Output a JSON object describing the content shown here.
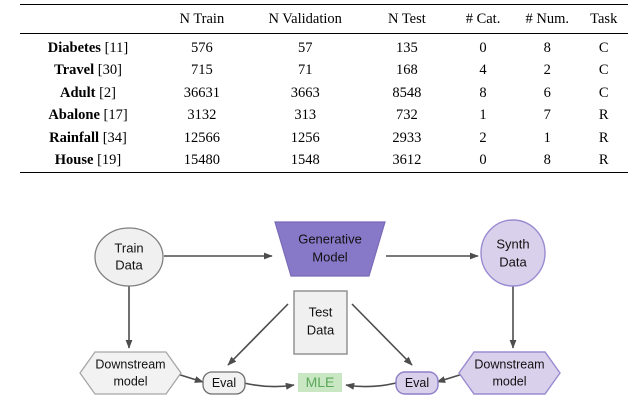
{
  "table": {
    "columns": [
      "",
      "N Train",
      "N Validation",
      "N Test",
      "# Cat.",
      "# Num.",
      "Task"
    ],
    "headers": {
      "name": "",
      "n_train": "N Train",
      "n_validation": "N Validation",
      "n_test": "N Test",
      "n_cat": "# Cat.",
      "n_num": "# Num.",
      "task": "Task"
    },
    "rows": [
      {
        "name": "Diabetes",
        "cite": "[11]",
        "n_train": "576",
        "n_validation": "57",
        "n_test": "135",
        "n_cat": "0",
        "n_num": "8",
        "task": "C"
      },
      {
        "name": "Travel",
        "cite": "[30]",
        "n_train": "715",
        "n_validation": "71",
        "n_test": "168",
        "n_cat": "4",
        "n_num": "2",
        "task": "C"
      },
      {
        "name": "Adult",
        "cite": "[2]",
        "n_train": "36631",
        "n_validation": "3663",
        "n_test": "8548",
        "n_cat": "8",
        "n_num": "6",
        "task": "C"
      },
      {
        "name": "Abalone",
        "cite": "[17]",
        "n_train": "3132",
        "n_validation": "313",
        "n_test": "732",
        "n_cat": "1",
        "n_num": "7",
        "task": "R"
      },
      {
        "name": "Rainfall",
        "cite": "[34]",
        "n_train": "12566",
        "n_validation": "1256",
        "n_test": "2933",
        "n_cat": "2",
        "n_num": "1",
        "task": "R"
      },
      {
        "name": "House",
        "cite": "[19]",
        "n_train": "15480",
        "n_validation": "1548",
        "n_test": "3612",
        "n_cat": "0",
        "n_num": "8",
        "task": "R"
      }
    ]
  },
  "diagram": {
    "nodes": {
      "train_data": {
        "line1": "Train",
        "line2": "Data",
        "shape": "ellipse",
        "fill": "#F0F0F0",
        "stroke": "#808080"
      },
      "generative_model": {
        "line1": "Generative",
        "line2": "Model",
        "shape": "trapezoid",
        "fill": "#8878C8",
        "stroke": "#7A6BB8"
      },
      "synth_data": {
        "line1": "Synth",
        "line2": "Data",
        "shape": "ellipse",
        "fill": "#D9D0EC",
        "stroke": "#9B8BD0"
      },
      "test_data": {
        "line1": "Test",
        "line2": "Data",
        "shape": "rectangle",
        "fill": "#F0F0F0",
        "stroke": "#8C8C8C"
      },
      "downstream_left": {
        "line1": "Downstream",
        "line2": "model",
        "shape": "hexagon",
        "fill": "#F2F2F2",
        "stroke": "#A6A6A6"
      },
      "downstream_right": {
        "line1": "Downstream",
        "line2": "model",
        "shape": "hexagon",
        "fill": "#D9D0EC",
        "stroke": "#9B8BD0"
      },
      "eval_left": {
        "line1": "Eval",
        "shape": "rounded",
        "fill": "#F2F2F2",
        "stroke": "#6E6E6E"
      },
      "eval_right": {
        "line1": "Eval",
        "shape": "rounded",
        "fill": "#D9D0EC",
        "stroke": "#8F7FC8"
      },
      "mle": {
        "line1": "MLE",
        "shape": "label",
        "fill": "#C9E7C2",
        "text_color": "#5AA85A"
      }
    },
    "edges": [
      {
        "from": "train_data",
        "to": "generative_model"
      },
      {
        "from": "generative_model",
        "to": "synth_data"
      },
      {
        "from": "train_data",
        "to": "downstream_left"
      },
      {
        "from": "synth_data",
        "to": "downstream_right"
      },
      {
        "from": "test_data",
        "to": "eval_left"
      },
      {
        "from": "test_data",
        "to": "eval_right"
      },
      {
        "from": "downstream_left",
        "to": "eval_left"
      },
      {
        "from": "downstream_right",
        "to": "eval_right"
      },
      {
        "from": "eval_left",
        "to": "mle"
      },
      {
        "from": "eval_right",
        "to": "mle"
      }
    ],
    "colors": {
      "purple_dark": "#8878C8",
      "purple_light": "#D9D0EC",
      "gray_light": "#F0F0F0",
      "green_bg": "#C9E7C2",
      "green_text": "#5AA85A",
      "edge": "#4D4D4D"
    }
  }
}
